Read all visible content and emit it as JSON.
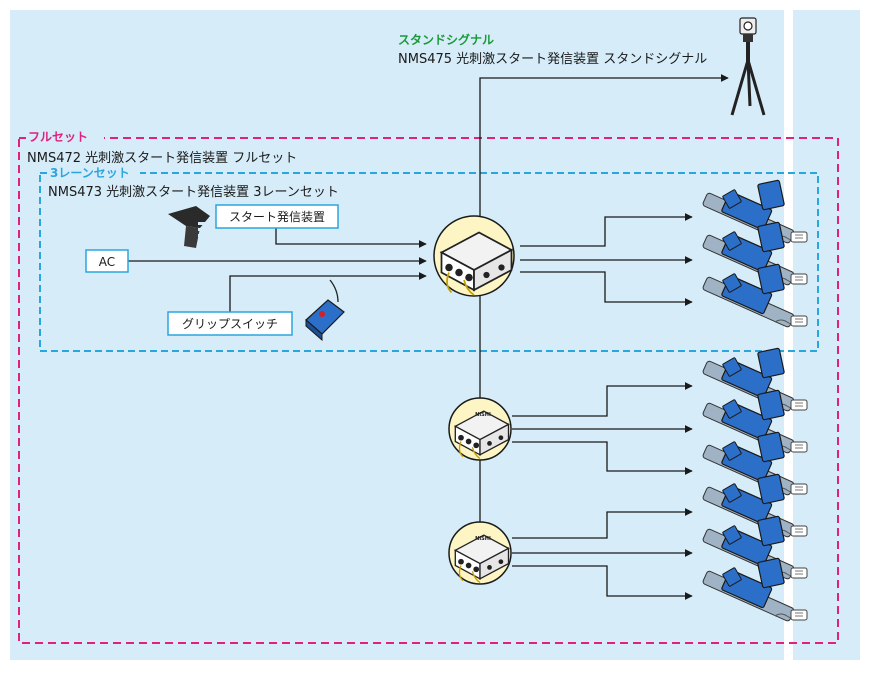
{
  "stand_signal": {
    "tag": "スタンドシグナル",
    "description": "NMS475 光刺激スタート発信装置 スタンドシグナル"
  },
  "full_set": {
    "tag": "フルセット",
    "description": "NMS472 光刺激スタート発信装置 フルセット"
  },
  "lane_set": {
    "tag": "3レーンセット",
    "description": "NMS473 光刺激スタート発信装置 3レーンセット"
  },
  "inputs": {
    "start_device": "スタート発信装置",
    "ac": "AC",
    "grip_switch": "グリップスイッチ"
  },
  "hub_label": "NISHI",
  "colors": {
    "background": "#d6ecf8",
    "full_set_border": "#e0217e",
    "lane_set_border": "#2aa6de",
    "stand_tag": "#1a9a3a",
    "hub_fill": "#fdf6c4",
    "block_blue": "#2c6fc9",
    "line": "#1a1a1a"
  }
}
